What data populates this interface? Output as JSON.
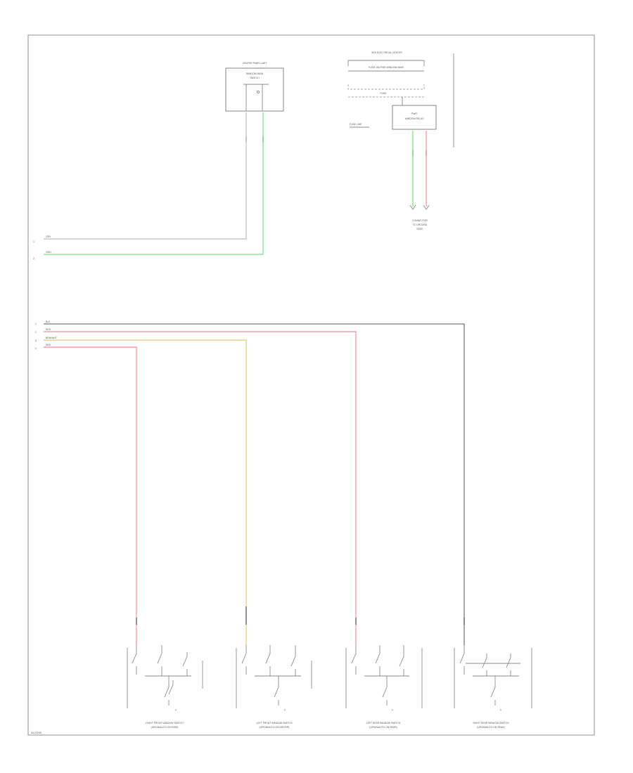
{
  "diagram": {
    "page_code": "A110205",
    "components": {
      "top_unit": {
        "title": "CENTER PANEL UNIT",
        "lines": [
          "WINDOW MAIN",
          "SWITCH"
        ]
      },
      "junction": {
        "title": "SEE ELECTRICAL CENTER",
        "fuse_label": "FUSE 15A PWR WINDOW MAIN",
        "link_label": "FUSE",
        "side_label": "FUSE LINK",
        "relay_lines": [
          "PWR",
          "WINDOW RELAY"
        ],
        "feed_lines": [
          "CONNECTOR",
          "TO GROUND",
          "FEED"
        ]
      }
    },
    "left_wires": [
      {
        "num": "1",
        "color": "GRY"
      },
      {
        "num": "2",
        "color": "GRN"
      }
    ],
    "bus_wires": [
      {
        "num": "1",
        "color": "BLK"
      },
      {
        "num": "2",
        "color": "RED"
      },
      {
        "num": "3",
        "color": "BRN/WHT"
      },
      {
        "num": "4",
        "color": "RED"
      }
    ],
    "switches": [
      {
        "lines": [
          "RIGHT FRONT WINDOW SWITCH",
          "(UP/DN/AUTO ON PASS)"
        ]
      },
      {
        "lines": [
          "LEFT FRONT WINDOW SWITCH",
          "(UP/DN/AUTO ON DRIVER)"
        ]
      },
      {
        "lines": [
          "LEFT REAR WINDOW SWITCH",
          "(UP/DN/AUTO ON REAR)"
        ]
      },
      {
        "lines": [
          "RIGHT REAR WINDOW SWITCH",
          "(UP/DN/AUTO ON REAR)"
        ]
      }
    ],
    "colors": {
      "gray_wire": "#bdbdbd",
      "green_wire": "#7fe07f",
      "red_wire": "#ff9aa6",
      "tan_wire": "#e7cf8e",
      "black_wire": "#777777"
    }
  }
}
